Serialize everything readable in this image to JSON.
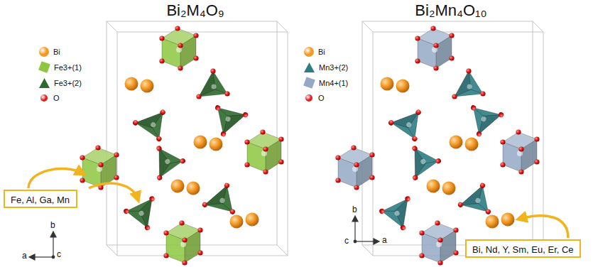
{
  "diagram": {
    "nodes": [
      {
        "text": [
          "Fe, Al, Ga, Mn"
        ]
      },
      {
        "text": [
          "Bi, Nd, Y, Sm, Eu, Er, Ce"
        ]
      }
    ],
    "labels": [
      "Bi₂M₄O₉",
      "Bi₂Mn₄O₁₀",
      "b",
      "a",
      "c",
      "b",
      "c",
      "a"
    ],
    "legend": [
      {
        "text": "Bi",
        "color": "#f29a26"
      },
      {
        "text": "Fe3+(1)",
        "color": "#8dc63f"
      },
      {
        "text": "Fe3+(2)",
        "color": "#2e6a2e"
      },
      {
        "text": "O",
        "color": "#e01b1b"
      },
      {
        "text": "Bi",
        "color": "#f29a26"
      },
      {
        "text": "Mn3+(2)",
        "color": "#2c7d84"
      },
      {
        "text": "Mn4+(1)",
        "color": "#93a9c4"
      },
      {
        "text": "O",
        "color": "#e01b1b"
      }
    ]
  }
}
